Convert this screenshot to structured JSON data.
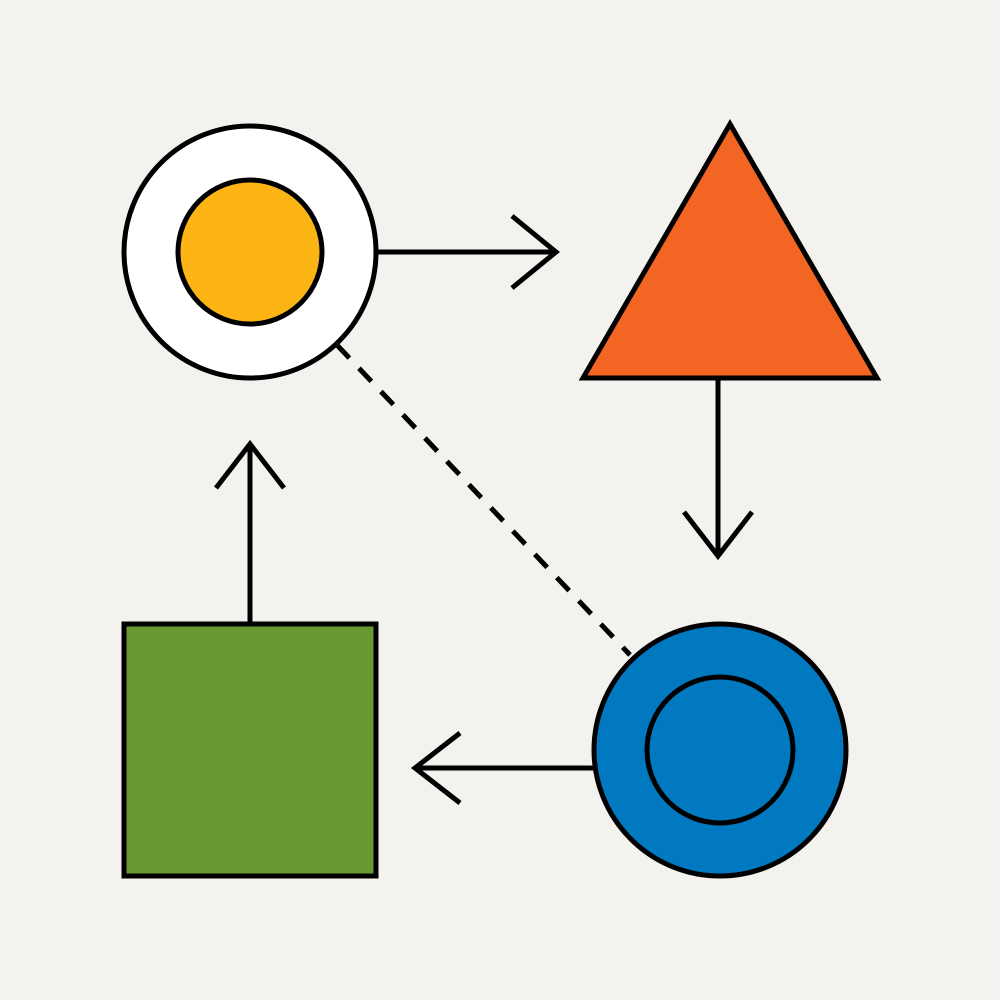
{
  "diagram": {
    "background_color": "#F3F2EE",
    "stroke_color": "#000000",
    "nodes": [
      {
        "id": "yellow-target",
        "shape": "double-circle",
        "outer_fill": "#FFFFFF",
        "inner_fill": "#FDB515"
      },
      {
        "id": "orange-triangle",
        "shape": "triangle",
        "fill": "#F26522"
      },
      {
        "id": "blue-target",
        "shape": "double-circle",
        "outer_fill": "#0079C1",
        "inner_fill": "#0079C1"
      },
      {
        "id": "green-square",
        "shape": "square",
        "fill": "#689832"
      }
    ],
    "edges": [
      {
        "from": "yellow-target",
        "to": "orange-triangle",
        "style": "solid-arrow"
      },
      {
        "from": "orange-triangle",
        "to": "blue-target",
        "style": "solid-arrow"
      },
      {
        "from": "blue-target",
        "to": "green-square",
        "style": "solid-arrow"
      },
      {
        "from": "green-square",
        "to": "yellow-target",
        "style": "solid-arrow"
      },
      {
        "from": "yellow-target",
        "to": "blue-target",
        "style": "dashed-line"
      }
    ]
  }
}
